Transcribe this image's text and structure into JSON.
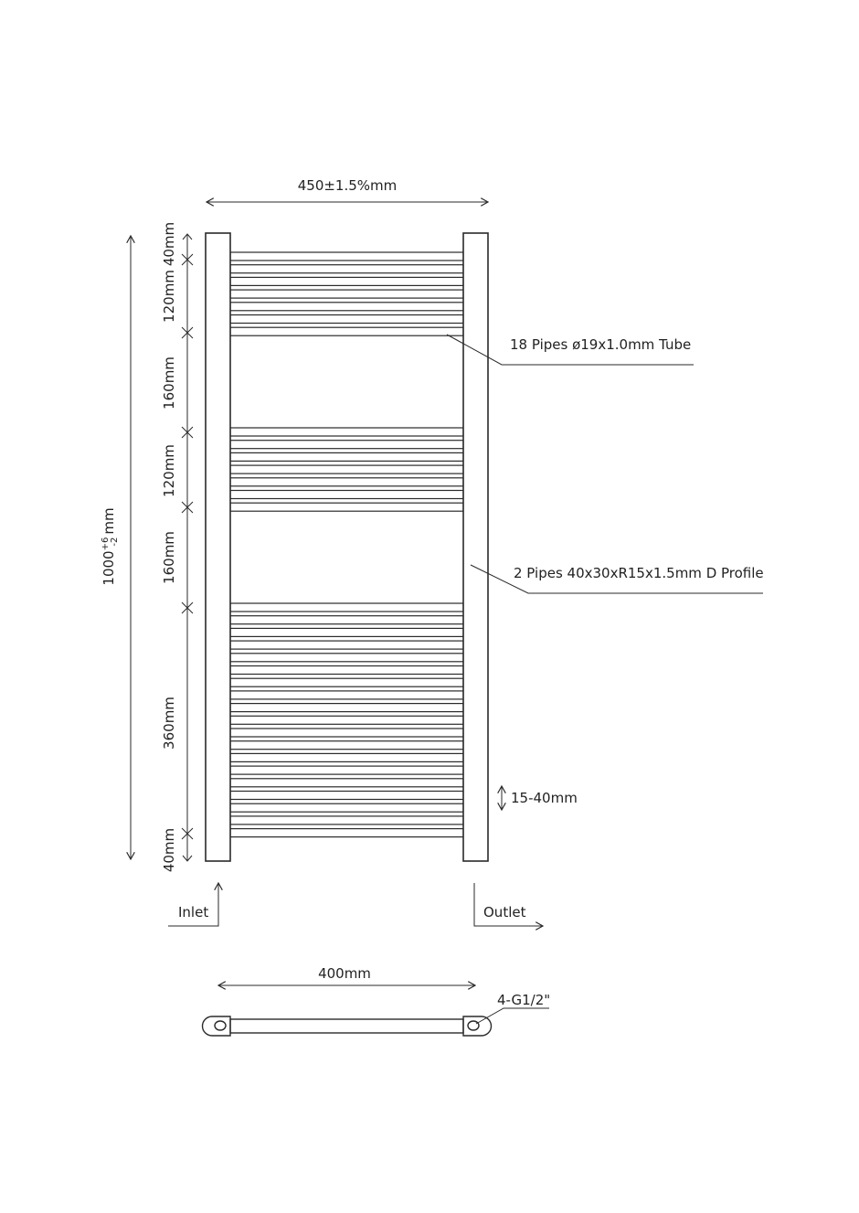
{
  "dimensions": {
    "overall_width": "450±1.5%mm",
    "overall_height_base": "1000",
    "overall_height_tol_plus": "+6",
    "overall_height_tol_minus": "-2",
    "overall_height_unit": "mm",
    "segments": [
      "40mm",
      "120mm",
      "160mm",
      "120mm",
      "160mm",
      "360mm",
      "40mm"
    ],
    "centers": "400mm",
    "spacing_range": "15-40mm"
  },
  "callouts": {
    "tubes": "18 Pipes ø19x1.0mm Tube",
    "uprights": "2 Pipes 40x30xR15x1.5mm D Profile",
    "connection": "4-G1/2\""
  },
  "ports": {
    "inlet": "Inlet",
    "outlet": "Outlet"
  },
  "colors": {
    "line": "#2a2a2a",
    "background": "#ffffff"
  }
}
